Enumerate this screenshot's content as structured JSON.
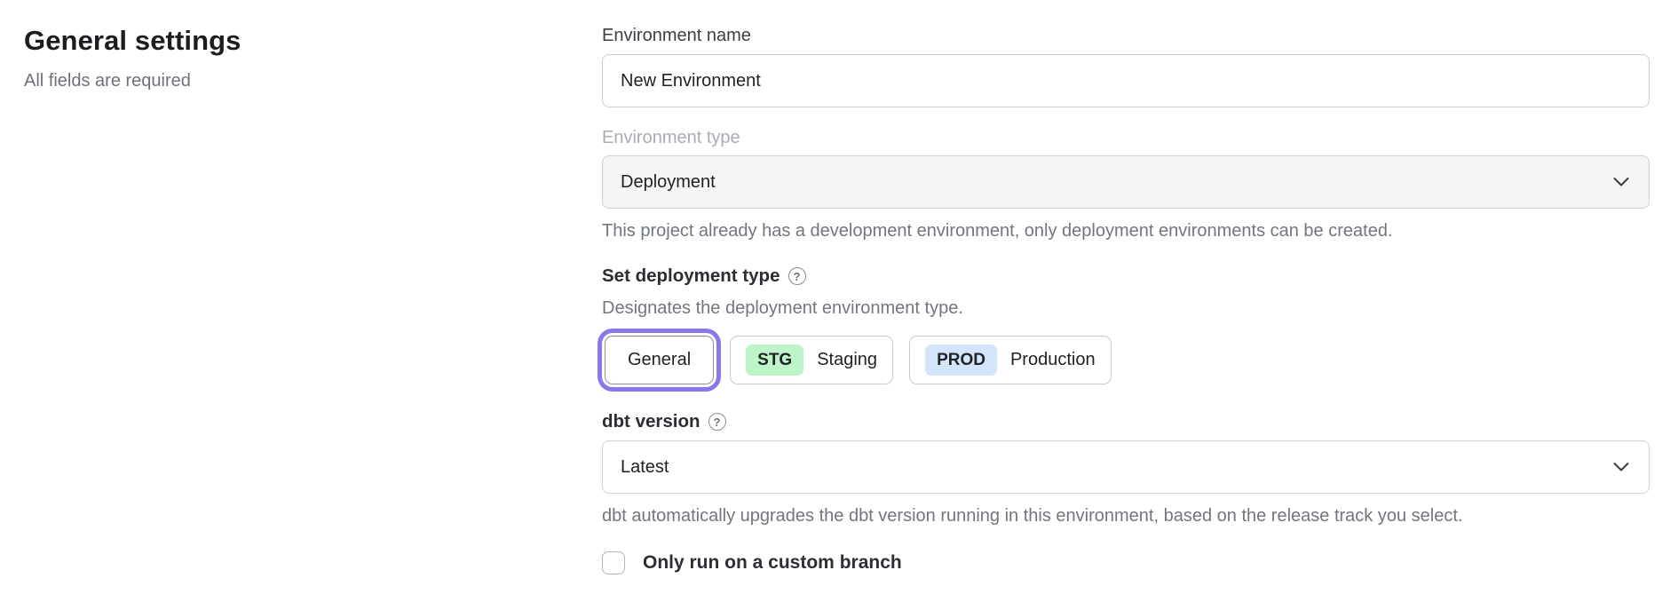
{
  "page": {
    "title": "General settings",
    "subtitle": "All fields are required"
  },
  "form": {
    "environment_name": {
      "label": "Environment name",
      "value": "New Environment"
    },
    "environment_type": {
      "label": "Environment type",
      "value": "Deployment",
      "disabled": true,
      "helper": "This project already has a development environment, only deployment environments can be created."
    },
    "deployment_type": {
      "label": "Set deployment type",
      "description": "Designates the deployment environment type.",
      "options": [
        {
          "label": "General",
          "selected": true
        },
        {
          "badge": "STG",
          "label": "Staging",
          "badge_color": "#bdf5c9",
          "selected": false
        },
        {
          "badge": "PROD",
          "label": "Production",
          "badge_color": "#d4e5fb",
          "selected": false
        }
      ]
    },
    "dbt_version": {
      "label": "dbt version",
      "value": "Latest",
      "helper": "dbt automatically upgrades the dbt version running in this environment, based on the release track you select."
    },
    "custom_branch": {
      "label": "Only run on a custom branch",
      "checked": false
    }
  },
  "icons": {
    "help_glyph": "?"
  },
  "colors": {
    "accent_purple": "#8978ec",
    "badge_green": "#bdf5c9",
    "badge_blue": "#d4e5fb",
    "border_gray": "#c9ccd1",
    "disabled_bg": "#f5f5f6"
  }
}
